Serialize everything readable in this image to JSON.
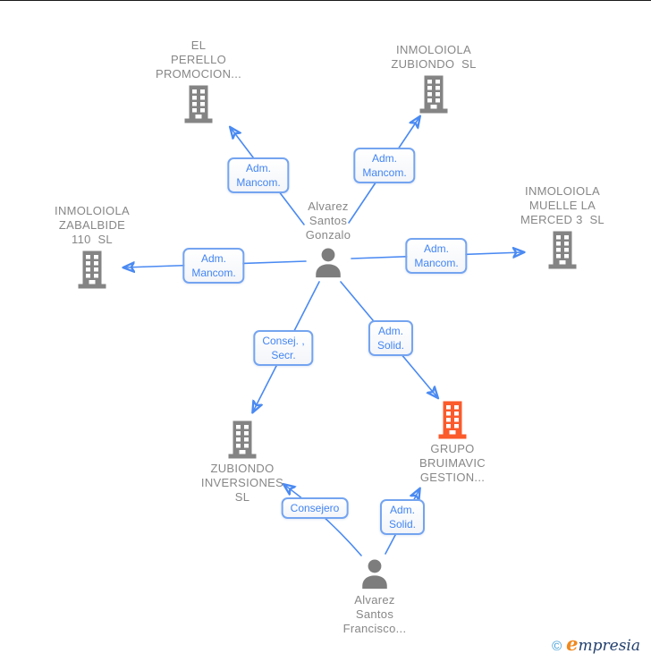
{
  "nodes": {
    "el_perello": {
      "label": "EL\nPERELLO\nPROMOCION...",
      "type": "company",
      "icon": "building-icon",
      "icon_color": "#848484"
    },
    "inmoloiola_zubiondo": {
      "label": "INMOLOIOLA\nZUBIONDO  SL",
      "type": "company",
      "icon": "building-icon",
      "icon_color": "#848484"
    },
    "inmoloiola_zabalbide": {
      "label": "INMOLOIOLA\nZABALBIDE\n110  SL",
      "type": "company",
      "icon": "building-icon",
      "icon_color": "#848484"
    },
    "inmoloiola_muelle": {
      "label": "INMOLOIOLA\nMUELLE LA\nMERCED 3  SL",
      "type": "company",
      "icon": "building-icon",
      "icon_color": "#848484"
    },
    "alvarez_gonzalo": {
      "label": "Alvarez\nSantos\nGonzalo",
      "type": "person",
      "icon": "person-icon",
      "icon_color": "#7d7d7d"
    },
    "zubiondo_inversiones": {
      "label": "ZUBIONDO\nINVERSIONES\nSL",
      "type": "company",
      "icon": "building-icon",
      "icon_color": "#848484"
    },
    "grupo_bruimavic": {
      "label": "GRUPO\nBRUIMAVIC\nGESTION...",
      "type": "company",
      "icon": "building-icon",
      "icon_color": "#fb5a2b",
      "highlighted": true
    },
    "alvarez_francisco": {
      "label": "Alvarez\nSantos\nFrancisco...",
      "type": "person",
      "icon": "person-icon",
      "icon_color": "#7d7d7d"
    }
  },
  "edges": [
    {
      "from": "alvarez_gonzalo",
      "to": "el_perello",
      "label": "Adm.\nMancom."
    },
    {
      "from": "alvarez_gonzalo",
      "to": "inmoloiola_zubiondo",
      "label": "Adm.\nMancom."
    },
    {
      "from": "alvarez_gonzalo",
      "to": "inmoloiola_zabalbide",
      "label": "Adm.\nMancom."
    },
    {
      "from": "alvarez_gonzalo",
      "to": "inmoloiola_muelle",
      "label": "Adm.\nMancom."
    },
    {
      "from": "alvarez_gonzalo",
      "to": "zubiondo_inversiones",
      "label": "Consej. ,\nSecr."
    },
    {
      "from": "alvarez_gonzalo",
      "to": "grupo_bruimavic",
      "label": "Adm.\nSolid."
    },
    {
      "from": "alvarez_francisco",
      "to": "zubiondo_inversiones",
      "label": "Consejero"
    },
    {
      "from": "alvarez_francisco",
      "to": "grupo_bruimavic",
      "label": "Adm.\nSolid."
    }
  ],
  "footer": {
    "copyright": "©",
    "brand_initial": "e",
    "brand_rest": "mpresia"
  },
  "theme": {
    "edge_blue": "#4a8af2",
    "label_border_blue": "#74a4f0",
    "label_text_blue": "#4285f4",
    "company_icon_gray": "#848484",
    "person_icon_gray": "#7d7d7d",
    "node_text_gray": "#878787",
    "highlight_orange": "#fb5a2b",
    "logo_orange": "#f0891e",
    "logo_navy": "#23406e",
    "logo_copyright_blue": "#3a9bd5",
    "background": "#ffffff"
  }
}
